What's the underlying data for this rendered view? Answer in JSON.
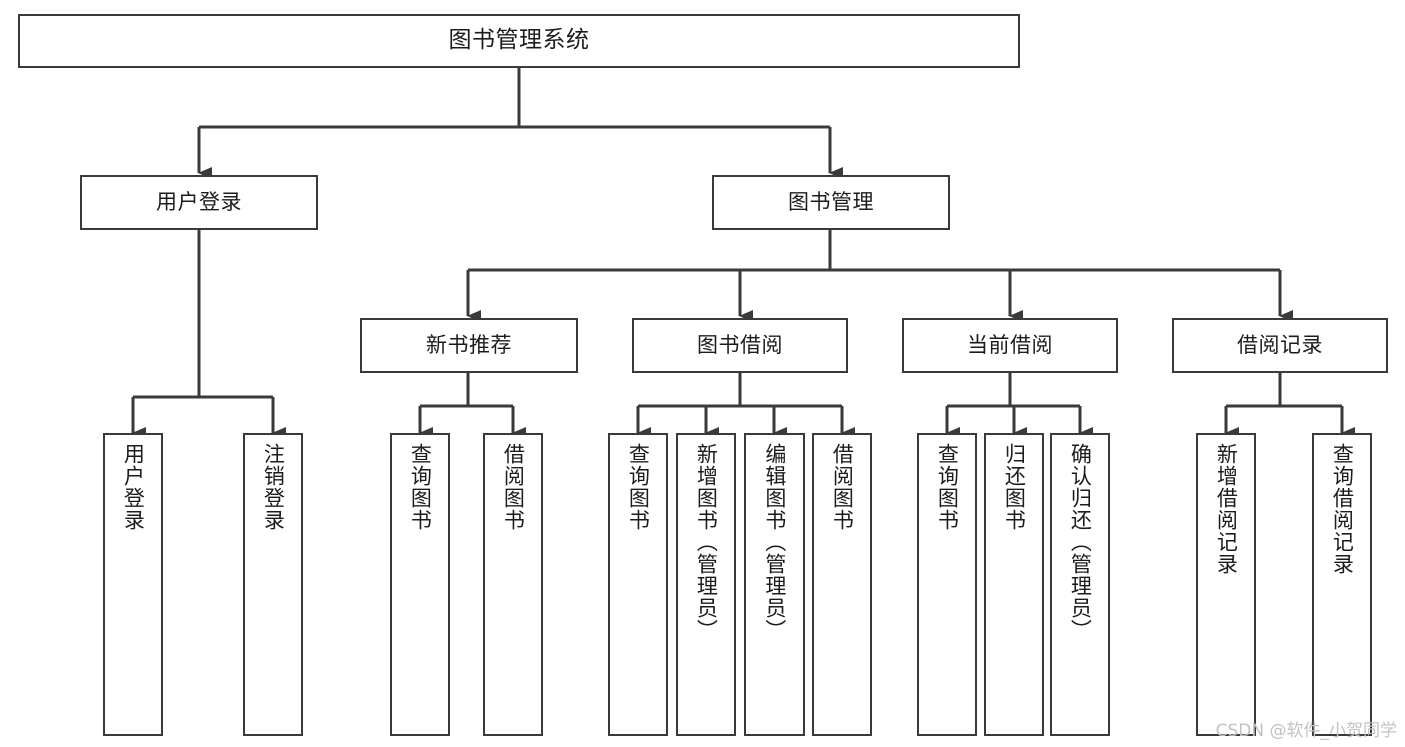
{
  "diagram": {
    "title": "图书管理系统",
    "type": "tree",
    "nodes": {
      "root": {
        "label": "图书管理系统"
      },
      "level1": [
        {
          "id": "user-login",
          "label": "用户登录"
        },
        {
          "id": "book-manage",
          "label": "图书管理"
        }
      ],
      "level2": [
        {
          "id": "new-book-recommend",
          "label": "新书推荐"
        },
        {
          "id": "book-borrow",
          "label": "图书借阅"
        },
        {
          "id": "current-borrow",
          "label": "当前借阅"
        },
        {
          "id": "borrow-record",
          "label": "借阅记录"
        }
      ],
      "leaves": [
        {
          "id": "leaf-user-login",
          "label": "用户登录",
          "parent": "user-login"
        },
        {
          "id": "leaf-user-logout",
          "label": "注销登录",
          "parent": "user-login"
        },
        {
          "id": "leaf-query-book-1",
          "label": "查询图书",
          "parent": "new-book-recommend"
        },
        {
          "id": "leaf-borrow-book-1",
          "label": "借阅图书",
          "parent": "new-book-recommend"
        },
        {
          "id": "leaf-query-book-2",
          "label": "查询图书",
          "parent": "book-borrow"
        },
        {
          "id": "leaf-add-book",
          "label": "新增图书（管理员）",
          "parent": "book-borrow"
        },
        {
          "id": "leaf-edit-book",
          "label": "编辑图书（管理员）",
          "parent": "book-borrow"
        },
        {
          "id": "leaf-borrow-book-2",
          "label": "借阅图书",
          "parent": "book-borrow"
        },
        {
          "id": "leaf-query-book-3",
          "label": "查询图书",
          "parent": "current-borrow"
        },
        {
          "id": "leaf-return-book",
          "label": "归还图书",
          "parent": "current-borrow"
        },
        {
          "id": "leaf-confirm-return",
          "label": "确认归还（管理员）",
          "parent": "current-borrow"
        },
        {
          "id": "leaf-add-record",
          "label": "新增借阅记录",
          "parent": "borrow-record"
        },
        {
          "id": "leaf-query-record",
          "label": "查询借阅记录",
          "parent": "borrow-record"
        }
      ]
    },
    "colors": {
      "stroke": "#3a3a3a",
      "text": "#1c1c1c",
      "background": "#ffffff",
      "watermark": "#c2c2c2"
    }
  },
  "watermark": {
    "text": "CSDN @软件_小贺同学"
  }
}
